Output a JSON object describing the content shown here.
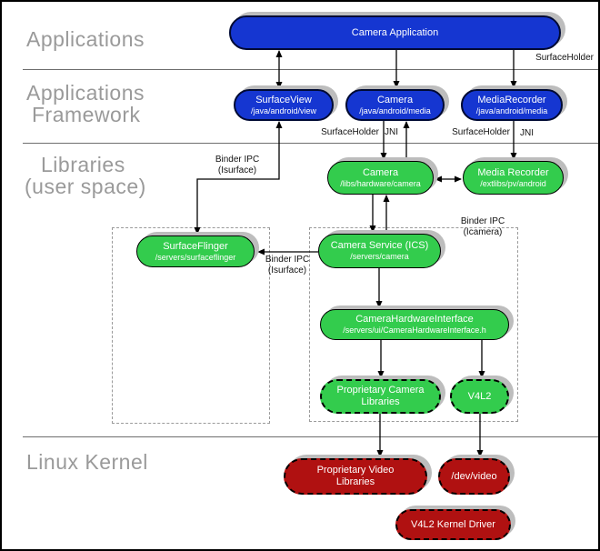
{
  "sections": {
    "applications": {
      "label": "Applications"
    },
    "framework": {
      "label_line1": "Applications",
      "label_line2": "Framework"
    },
    "libraries": {
      "label_line1": "Libraries",
      "label_line2": "(user space)"
    },
    "kernel": {
      "label": "Linux Kernel"
    }
  },
  "boxes": {
    "camera_application": {
      "title": "Camera Application"
    },
    "surface_view": {
      "title": "SurfaceView",
      "subtitle": "/java/android/view"
    },
    "camera_java": {
      "title": "Camera",
      "subtitle": "/java/android/media"
    },
    "media_recorder_java": {
      "title": "MediaRecorder",
      "subtitle": "/java/android/media"
    },
    "camera_lib": {
      "title": "Camera",
      "subtitle": "/libs/hardware/camera"
    },
    "media_recorder_lib": {
      "title": "Media Recorder",
      "subtitle": "/extlibs/pv/android"
    },
    "surface_flinger": {
      "title": "SurfaceFlinger",
      "subtitle": "/servers/surfaceflinger"
    },
    "camera_service": {
      "title": "Camera Service (ICS)",
      "subtitle": "/servers/camera"
    },
    "camera_hardware_interface": {
      "title": "CameraHardwareInterface",
      "subtitle": "/servers/ui/CameraHardwareInterface.h"
    },
    "proprietary_camera_libraries": {
      "title": "Proprietary Camera Libraries"
    },
    "v4l2": {
      "title": "V4L2"
    },
    "proprietary_video_libraries": {
      "title": "Proprietary Video Libraries"
    },
    "dev_video": {
      "title": "/dev/video"
    },
    "v4l2_kernel_driver": {
      "title": "V4L2 Kernel Driver"
    }
  },
  "edge_labels": {
    "surface_holder_top": "SurfaceHolder",
    "surface_holder_camera": "SurfaceHolder",
    "jni_camera": "JNI",
    "surface_holder_media_recorder": "SurfaceHolder",
    "jni_media_recorder": "JNI",
    "binder_ipc_surfaceview_line1": "Binder IPC",
    "binder_ipc_surfaceview_line2": "(Isurface)",
    "binder_ipc_cameraservice_line1": "Binder IPC",
    "binder_ipc_cameraservice_line2": "(Isurface)",
    "binder_ipc_icamera_line1": "Binder IPC",
    "binder_ipc_icamera_line2": "(Icamera)"
  },
  "colors": {
    "blue": "#1536d1",
    "green": "#33cc4d",
    "red": "#b01111",
    "shadow": "#bdbdbd",
    "section_label": "#9a9a9a",
    "divider": "#6e6e6e"
  }
}
